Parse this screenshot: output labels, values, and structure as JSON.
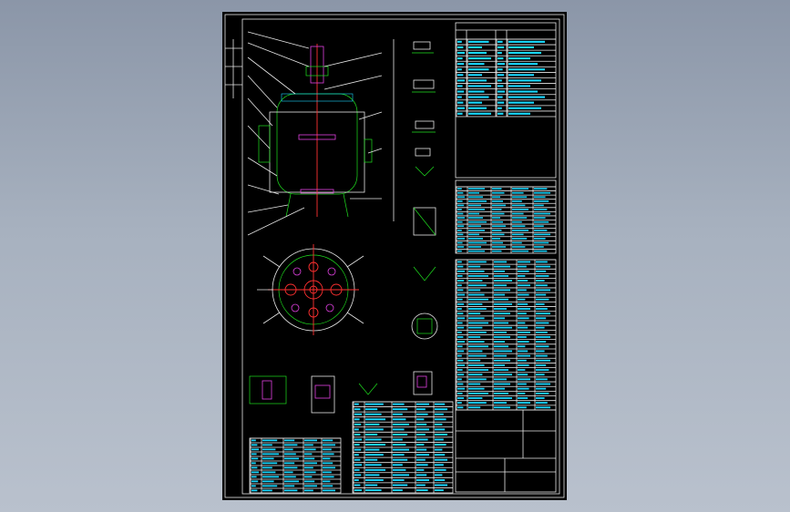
{
  "drawing": {
    "background": "#000000",
    "frame_color": "#e8e8e8",
    "linework_green": "#1fe01f",
    "text_cyan": "#19d8ff",
    "centerline_red": "#ff3030",
    "part_magenta": "#e040e0"
  },
  "tables": {
    "tech_spec_rows": 14,
    "nozzle_table_rows": 16,
    "parts_list_rows": 32,
    "bottom_bom_rows": 18,
    "left_bom_rows": 12
  }
}
